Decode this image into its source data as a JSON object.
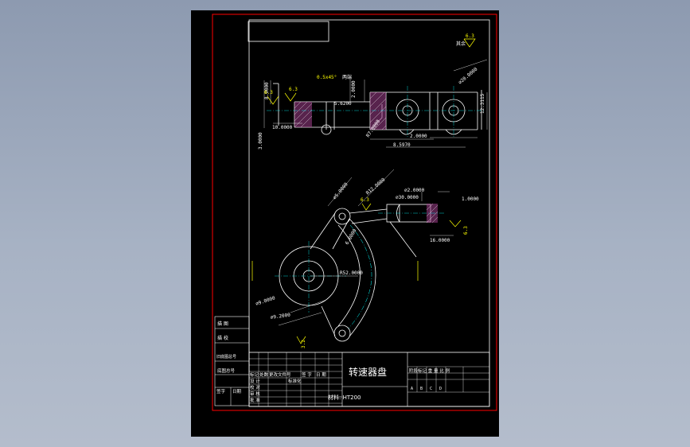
{
  "drawing": {
    "part_name": "转速器盘",
    "material": "材料: HT200",
    "roughness_note": "其余",
    "roughness_general": "6.3",
    "colors": {
      "background": "#000000",
      "border": "#ff0000",
      "lines": "#ffffff",
      "dimensions": "#ffff00",
      "hatch": "#a0408c",
      "centerline": "#00ffff"
    }
  },
  "dimensions": {
    "top_view": {
      "d1": "0.5x45°",
      "d2": "两端",
      "d3": "5.6200",
      "d4": "8.0000",
      "d5": "10.0000",
      "d6": "3.0000",
      "d7": "2.0000",
      "d8": "8.5970",
      "d9": "12.3115",
      "d10": "∅20.0000",
      "d11": "2.0000",
      "d12": "R7.0000"
    },
    "front_view": {
      "d1": "∅5.0000",
      "d2": "R12.0000",
      "d3": "6.0000",
      "d4": "∅30.0000",
      "d5": "∅2.0000",
      "d6": "1.0000",
      "d7": "16.0000",
      "d8": "R52.0000",
      "d9": "∅9.0000",
      "d10": "∅9.2000"
    },
    "roughness": {
      "r1": "6.3",
      "r2": "6.3",
      "r3": "6.3",
      "r4": "6.3",
      "r5": "3.2"
    }
  },
  "title_block": {
    "left": {
      "r1a": "描 图",
      "r2a": "描 校",
      "r3a": "旧底图总号",
      "r4a": "底图总号",
      "r5a": "签字",
      "r5b": "日期"
    },
    "rev": {
      "c1": "标记",
      "c2": "处数",
      "c3": "更改文件号",
      "c4": "签 字",
      "c5": "日 期",
      "row_design": "设 计",
      "row_check": "校 对",
      "row_review": "审 核",
      "row_approve": "批 准",
      "std": "标准化"
    },
    "right": {
      "hdr": "阶段标记 重 量 比 例",
      "marks": [
        "A",
        "B",
        "C",
        "D"
      ]
    }
  }
}
